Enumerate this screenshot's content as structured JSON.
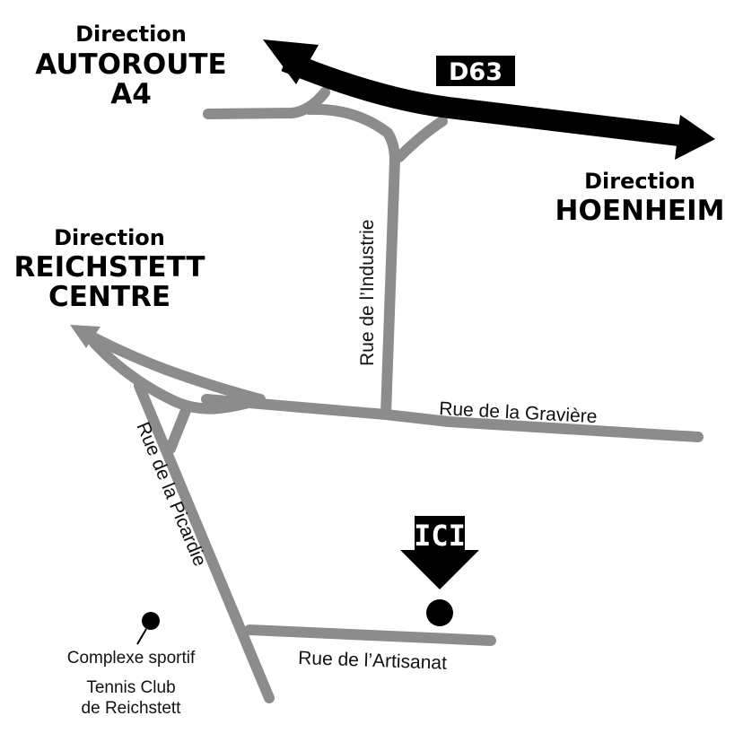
{
  "directions": {
    "autoroute": {
      "line1": "Direction",
      "line2": "AUTOROUTE",
      "line3": "A4"
    },
    "hoenheim": {
      "line1": "Direction",
      "line2": "HOENHEIM"
    },
    "reichstett": {
      "line1": "Direction",
      "line2": "REICHSTETT",
      "line3": "CENTRE"
    }
  },
  "road_badge": "D63",
  "streets": {
    "industrie": "Rue de l’Industrie",
    "graviere": "Rue de la Gravière",
    "picardie": "Rue de la Picardie",
    "artisanat": "Rue de l’Artisanat"
  },
  "marker": {
    "label": "ICI"
  },
  "poi": {
    "line1": "Complexe sportif",
    "line2": "Tennis Club",
    "line3": "de Reichstett"
  },
  "colors": {
    "road": "#8c8c8c",
    "main_road": "#000000",
    "background": "#ffffff"
  }
}
